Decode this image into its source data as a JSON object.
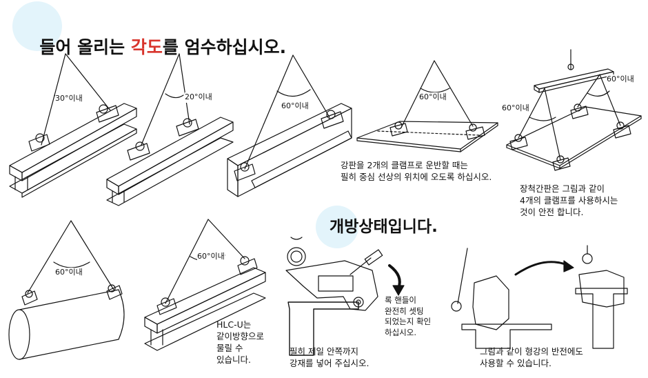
{
  "title": {
    "part1": "들어 올리는 ",
    "highlight": "각도",
    "part2": "를 엄수하십시오."
  },
  "angle_labels": [
    "30°이내",
    "20°이내",
    "60°이내",
    "60°이내",
    "60°이내",
    "60°이내",
    "60°이내",
    "60°이내"
  ],
  "captions": {
    "plate_two_clamps": "강판을 2개의 클램프로 운반할 때는\n필히 중심 선상의 위치에 오도록 하십시오.",
    "long_plate": "장척간판은 그림과 같이\n4개의 클램프를 사용하시는\n것이 안전 합니다.",
    "hlcu": "HLC-U는\n같이방향으로\n물릴 수\n있습니다.",
    "lock_handle": "록 핸들이\n완전히 셋팅\n되었는지 확인\n하십시오.",
    "insert_inside": "필히 제일 안쪽까지\n강재를 넣어 주십시오.",
    "reverse": "그림과 같이 형강의 반전에도\n사용할 수 있습니다."
  },
  "section_heading": "개방상태입니다.",
  "colors": {
    "accent": "#d8342c",
    "bubble": "#e3f4fb",
    "line": "#111111"
  }
}
